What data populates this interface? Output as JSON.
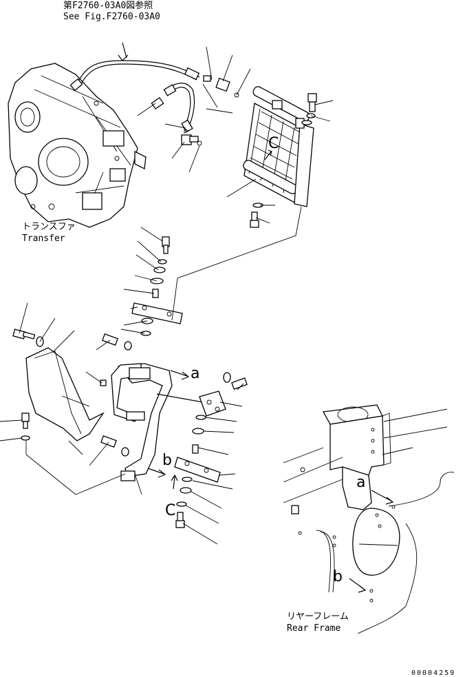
{
  "labels": {
    "ref_jp": "第F2760-03A0図参照",
    "ref_en": "See Fig.F2760-03A0",
    "transfer_jp": "トランスファ",
    "transfer_en": "Transfer",
    "rear_frame_jp": "リヤーフレーム",
    "rear_frame_en": "Rear Frame"
  },
  "callouts": {
    "a1": "a",
    "b1": "b",
    "c1": "C",
    "c2": "C",
    "a2": "a",
    "b2": "b"
  },
  "doc_number": "00004259"
}
